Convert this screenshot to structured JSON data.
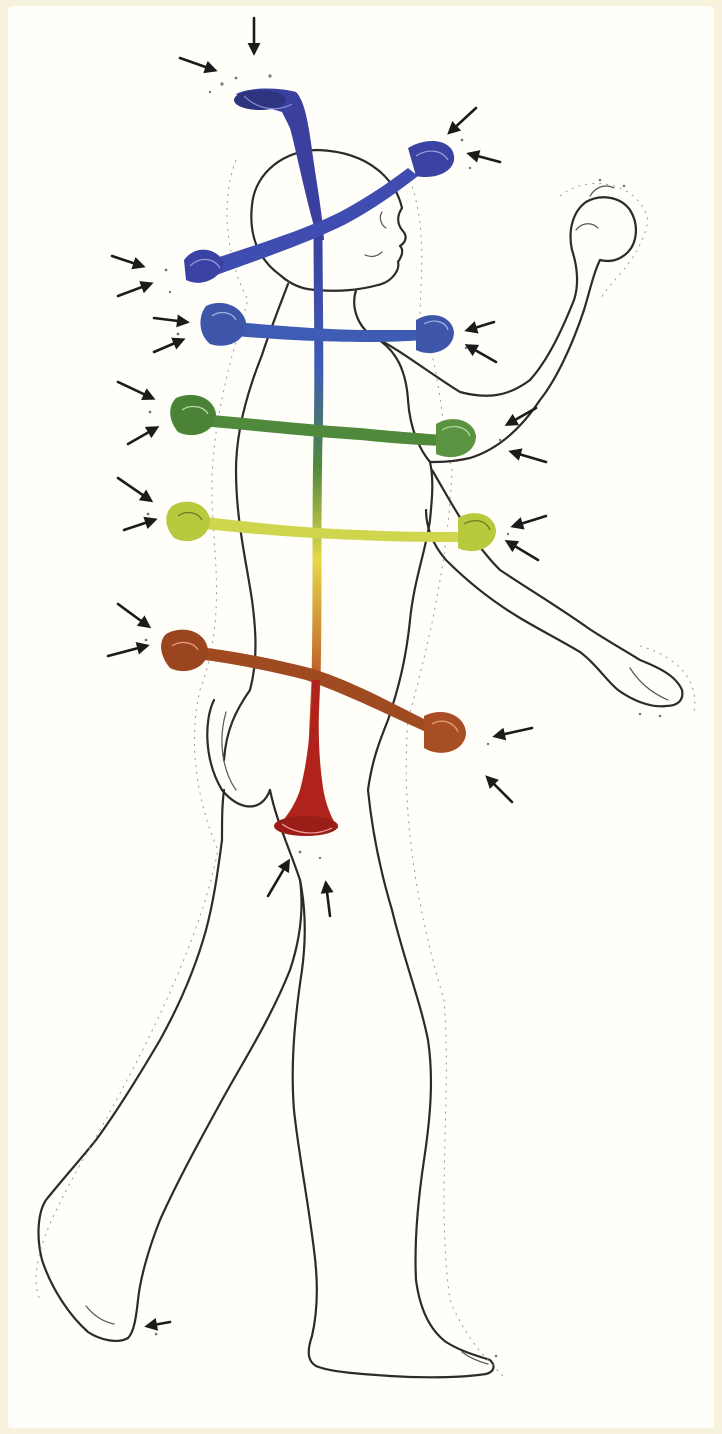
{
  "figure": {
    "palette": {
      "crown": "#3b3f9e",
      "brow": "#3f4cb0",
      "throat": "#3f5cb5",
      "heart": "#4f8a3c",
      "solar_plexus": "#b9c93e",
      "sacral": "#a04a22",
      "root": "#b0231c",
      "outline": "#2b2b2b",
      "paper": "#fffef9",
      "border": "#f7f2dc"
    },
    "centers": [
      {
        "id": "crown-vortex",
        "color": "crown"
      },
      {
        "id": "brow-vortex",
        "color": "brow"
      },
      {
        "id": "throat-vortex",
        "color": "throat"
      },
      {
        "id": "heart-vortex",
        "color": "heart"
      },
      {
        "id": "solar-plexus-vortex",
        "color": "solar_plexus"
      },
      {
        "id": "sacral-vortex",
        "color": "sacral"
      },
      {
        "id": "root-vortex",
        "color": "root"
      }
    ]
  }
}
